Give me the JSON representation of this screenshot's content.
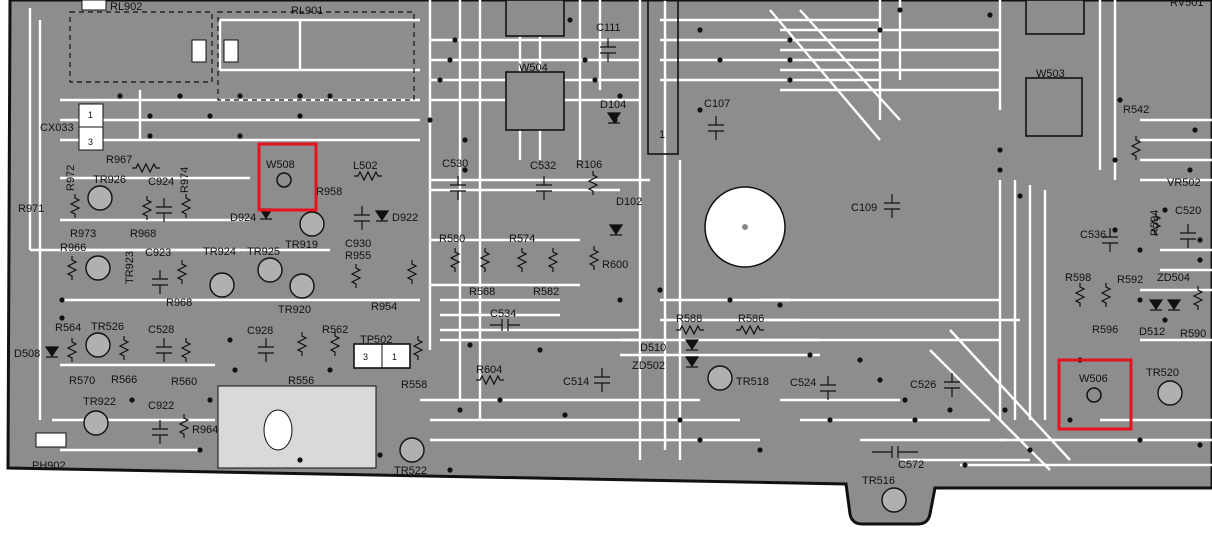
{
  "board": {
    "highlight_color": "#e8121e",
    "board_color": "#8d8d8d",
    "trace_color": "#ffffff",
    "ink_color": "#111111"
  },
  "labels": {
    "RL902": "RL902",
    "RL901": "RL901",
    "RV501": "RV501",
    "CX033": "CX033",
    "CX033_pin1": "1",
    "CX033_pin3": "3",
    "W504": "W504",
    "W503": "W503",
    "W508": "W508",
    "W506": "W506",
    "C111": "C111",
    "D104": "D104",
    "C107": "C107",
    "IC_pin1": "1",
    "R967": "R967",
    "R972": "R972",
    "TR926": "TR926",
    "C924": "C924",
    "R974": "R974",
    "R971": "R971",
    "R973": "R973",
    "R968": "R968",
    "L502": "L502",
    "R958": "R958",
    "D924": "D924",
    "D922": "D922",
    "TR919": "TR919",
    "C930": "C930",
    "R955": "R955",
    "C530": "C530",
    "C532": "C532",
    "R106": "R106",
    "D102": "D102",
    "R542": "R542",
    "VR502": "VR502",
    "C109": "C109",
    "R594": "R594",
    "C520": "C520",
    "C536": "C536",
    "R966": "R966",
    "TR923": "TR923",
    "C923": "C923",
    "R966b": "R968",
    "TR924": "TR924",
    "TR925": "TR925",
    "TR920": "TR920",
    "R580": "R580",
    "R574": "R574",
    "R600": "R600",
    "R568": "R568",
    "R582": "R582",
    "R954": "R954",
    "R598": "R598",
    "R592": "R592",
    "ZD504": "ZD504",
    "R596": "R596",
    "D512": "D512",
    "R590": "R590",
    "R564": "R564",
    "TR526": "TR526",
    "C528": "C528",
    "D508": "D508",
    "R570": "R570",
    "R566": "R566",
    "R560": "R560",
    "C928": "C928",
    "R562": "R562",
    "TP502": "TP502",
    "TP502_pin3": "3",
    "TP502_pin1": "1",
    "R556": "R556",
    "R558": "R558",
    "C534": "C534",
    "R588": "R588",
    "R586": "R586",
    "D510": "D510",
    "ZD502": "ZD502",
    "TR518": "TR518",
    "C514": "C514",
    "R604": "R604",
    "C524": "C524",
    "C526": "C526",
    "TR520": "TR520",
    "TR922": "TR922",
    "C922": "C922",
    "R964": "R964",
    "PH902": "PH902",
    "TR522": "TR522",
    "C572": "C572",
    "TR516": "TR516"
  }
}
